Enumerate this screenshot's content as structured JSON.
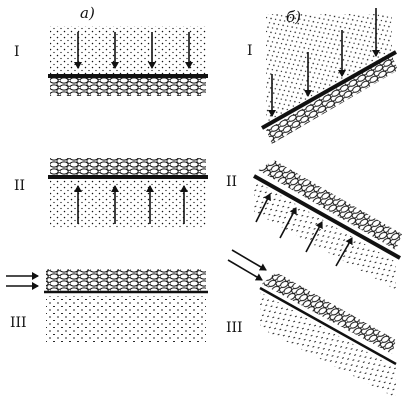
{
  "column_labels": {
    "left": "а)",
    "right": "б)"
  },
  "row_labels": {
    "left": [
      "I",
      "II",
      "III"
    ],
    "right": [
      "I",
      "II",
      "III"
    ]
  },
  "colors": {
    "ink": "#111111",
    "background": "#ffffff"
  }
}
